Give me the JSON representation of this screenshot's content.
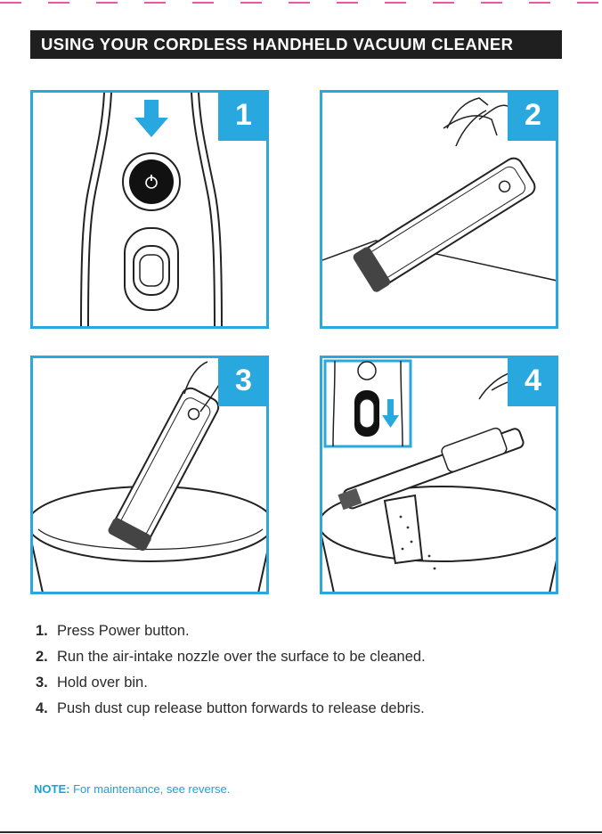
{
  "title": "USING YOUR CORDLESS HANDHELD VACUUM CLEANER",
  "panels": [
    {
      "number": "1",
      "illustration": "power-button-press"
    },
    {
      "number": "2",
      "illustration": "vacuum-on-floor"
    },
    {
      "number": "3",
      "illustration": "vacuum-over-bin"
    },
    {
      "number": "4",
      "illustration": "empty-dust-cup"
    }
  ],
  "steps": [
    {
      "num": "1.",
      "text": "Press Power button."
    },
    {
      "num": "2.",
      "text": "Run the air-intake nozzle over the surface to be cleaned."
    },
    {
      "num": "3.",
      "text": "Hold over bin."
    },
    {
      "num": "4.",
      "text": "Push dust cup release button forwards to release debris."
    }
  ],
  "note": {
    "label": "NOTE:",
    "text": "For maintenance, see reverse."
  },
  "colors": {
    "accent": "#29a8df",
    "title_bg": "#1f1f1f",
    "dash": "#e0208f"
  }
}
